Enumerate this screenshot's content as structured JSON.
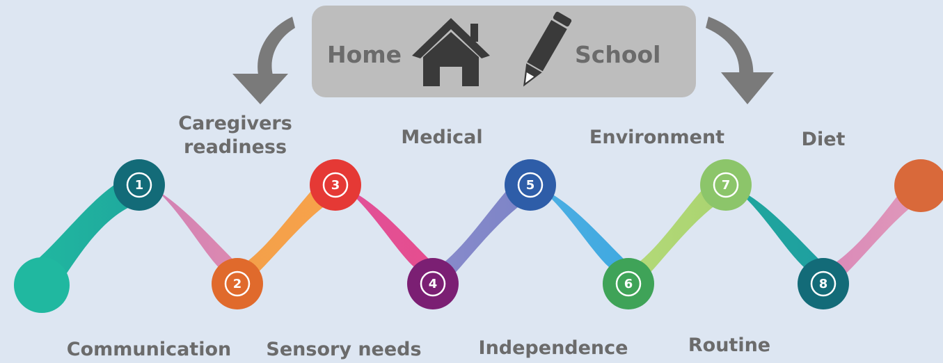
{
  "header": {
    "left_label": "Home",
    "right_label": "School",
    "left_icon": "house-icon",
    "right_icon": "pencil-icon"
  },
  "steps": [
    {
      "number": "1",
      "label": "Communication",
      "color": "#136b78"
    },
    {
      "number": "2",
      "label": "Caregivers readiness",
      "color": "#e06a2c"
    },
    {
      "number": "3",
      "label": "Sensory needs",
      "color": "#e53935"
    },
    {
      "number": "4",
      "label": "Medical",
      "color": "#7b1f73"
    },
    {
      "number": "5",
      "label": "Independence",
      "color": "#2e5da8"
    },
    {
      "number": "6",
      "label": "Environment",
      "color": "#3fa358"
    },
    {
      "number": "7",
      "label": "Routine",
      "color": "#8cc56a"
    },
    {
      "number": "8",
      "label": "Diet",
      "color": "#136b78"
    }
  ],
  "colors": {
    "background": "#dde6f2",
    "banner": "#bdbdbd",
    "arrow": "#7a7a7a",
    "text": "#6b6b6b",
    "start_dot": "#20b8a0",
    "end_dot": "#d9693a"
  }
}
